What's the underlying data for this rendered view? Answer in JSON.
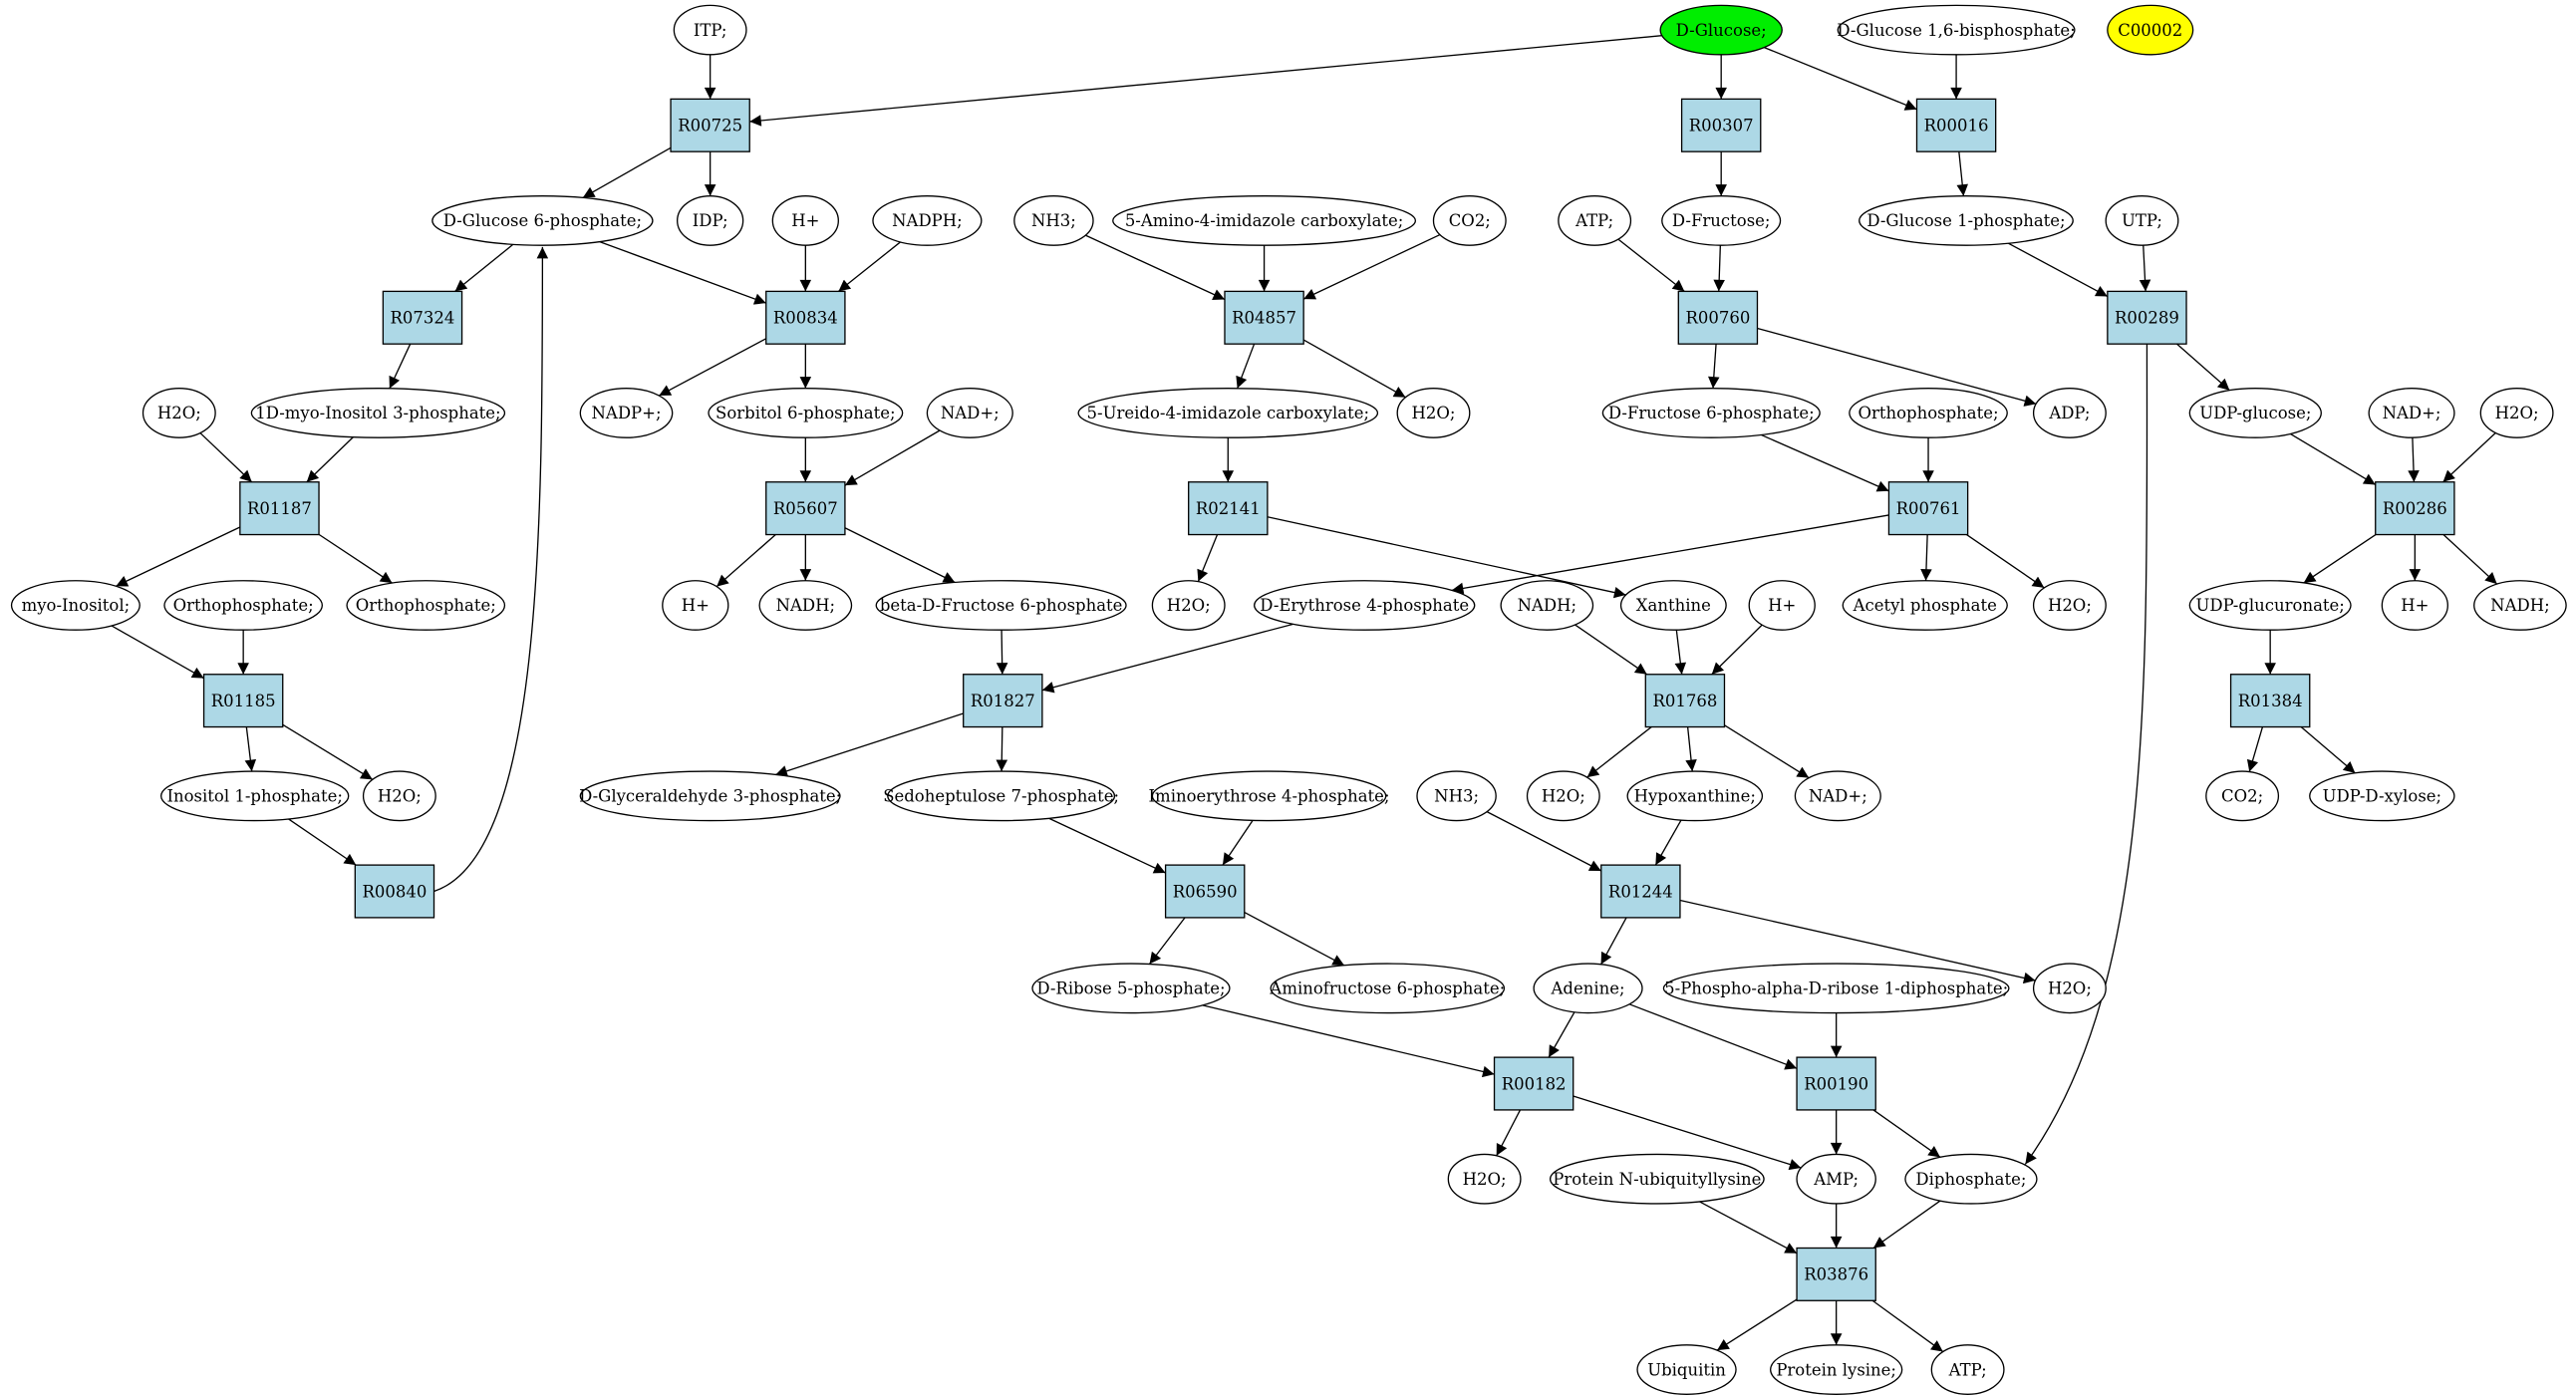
{
  "colors": {
    "reaction_fill": "#add8e6",
    "compound_fill": "#ffffff",
    "source_fill": "#00ee00",
    "highlight_fill": "#ffff00",
    "stroke": "#000000"
  },
  "nodes": {
    "itp": "ITP;",
    "d_glucose": "D-Glucose;",
    "d_glucose_16bp": "D-Glucose 1,6-bisphosphate;",
    "c00002": "C00002",
    "r00725": "R00725",
    "r00307": "R00307",
    "r00016": "R00016",
    "d_glucose_6p": "D-Glucose 6-phosphate;",
    "idp": "IDP;",
    "h_plus_1": "H+",
    "nadph": "NADPH;",
    "nh3_1": "NH3;",
    "amino_imidazole": "5-Amino-4-imidazole carboxylate;",
    "co2_1": "CO2;",
    "atp_1": "ATP;",
    "d_fructose": "D-Fructose;",
    "d_glucose_1p": "D-Glucose 1-phosphate;",
    "utp": "UTP;",
    "r07324": "R07324",
    "r00834": "R00834",
    "r04857": "R04857",
    "r00760": "R00760",
    "r00289": "R00289",
    "h2o_1": "H2O;",
    "myo_inositol_3p": "1D-myo-Inositol 3-phosphate;",
    "nadp_plus": "NADP+;",
    "sorbitol_6p": "Sorbitol 6-phosphate;",
    "nad_plus_1": "NAD+;",
    "ureido_imidazole": "5-Ureido-4-imidazole carboxylate;",
    "h2o_2": "H2O;",
    "d_fructose_6p": "D-Fructose 6-phosphate;",
    "orthophosphate_1": "Orthophosphate;",
    "adp": "ADP;",
    "udp_glucose": "UDP-glucose;",
    "nad_plus_2": "NAD+;",
    "h2o_3": "H2O;",
    "r01187": "R01187",
    "r05607": "R05607",
    "r02141": "R02141",
    "r00761": "R00761",
    "r00286": "R00286",
    "myo_inositol": "myo-Inositol;",
    "orthophosphate_2": "Orthophosphate;",
    "orthophosphate_3": "Orthophosphate;",
    "h_plus_2": "H+",
    "nadh_1": "NADH;",
    "beta_fructose_6p": "beta-D-Fructose 6-phosphate",
    "h2o_4": "H2O;",
    "d_erythrose_4p": "D-Erythrose 4-phosphate",
    "nadh_2": "NADH;",
    "xanthine": "Xanthine",
    "h_plus_3": "H+",
    "acetyl_phosphate": "Acetyl phosphate",
    "h2o_5": "H2O;",
    "udp_glucuronate": "UDP-glucuronate;",
    "h_plus_4": "H+",
    "nadh_3": "NADH;",
    "r01185": "R01185",
    "r01827": "R01827",
    "r01768": "R01768",
    "r01384": "R01384",
    "inositol_1p": "Inositol 1-phosphate;",
    "h2o_6": "H2O;",
    "d_glyceraldehyde_3p": "D-Glyceraldehyde 3-phosphate;",
    "sedoheptulose_7p": "Sedoheptulose 7-phosphate;",
    "iminoerythrose_4p": "Iminoerythrose 4-phosphate;",
    "nh3_2": "NH3;",
    "h2o_7": "H2O;",
    "hypoxanthine": "Hypoxanthine;",
    "nad_plus_3": "NAD+;",
    "co2_2": "CO2;",
    "udp_d_xylose": "UDP-D-xylose;",
    "r00840": "R00840",
    "r06590": "R06590",
    "r01244": "R01244",
    "d_ribose_5p": "D-Ribose 5-phosphate;",
    "aminofructose_6p": "Aminofructose 6-phosphate;",
    "adenine": "Adenine;",
    "prpp": "5-Phospho-alpha-D-ribose 1-diphosphate;",
    "h2o_8": "H2O;",
    "r00182": "R00182",
    "r00190": "R00190",
    "h2o_9": "H2O;",
    "protein_n_ubiquityllysine": "Protein N-ubiquityllysine",
    "amp": "AMP;",
    "diphosphate": "Diphosphate;",
    "r03876": "R03876",
    "ubiquitin": "Ubiquitin",
    "protein_lysine": "Protein lysine;",
    "atp_2": "ATP;"
  }
}
